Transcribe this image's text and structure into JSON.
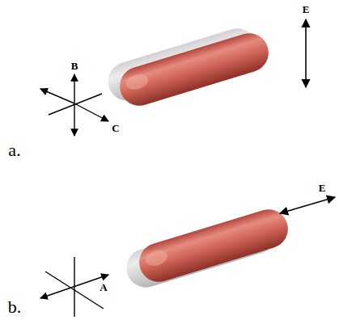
{
  "diagram": {
    "labels": [
      "B",
      "C",
      "E",
      "a.",
      "A",
      "E",
      "b."
    ]
  }
}
